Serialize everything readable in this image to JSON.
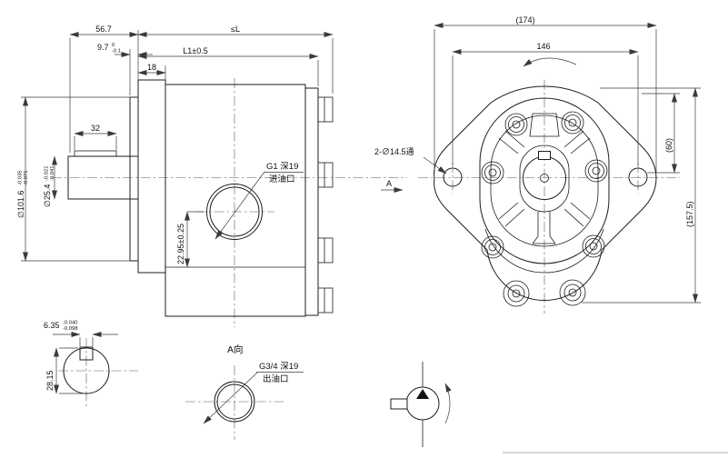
{
  "front": {
    "d56_7": "56.7",
    "dL": "≤L",
    "d9_7": "9.7",
    "d9_7_tol_top": "0",
    "d9_7_tol_bot": "-0.1",
    "dL1": "L1±0.5",
    "d18": "18",
    "d32": "32",
    "d101_6": "∅101.6",
    "d101_6_tol_top": "-0.035",
    "d101_6_tol_bot": "-0.071",
    "d25_4": "∅25.4",
    "d25_4_tol_top": "-0.021",
    "d25_4_tol_bot": "-0.041",
    "d22_95": "22.95±0.25",
    "inlet_1": "G1 深19",
    "inlet_2": "进油口"
  },
  "key_section": {
    "d6_35": "6.35",
    "d6_35_tol_top": "-0.040",
    "d6_35_tol_bot": "-0.098",
    "d28_15": "28.15"
  },
  "a_view": {
    "label": "A向",
    "outlet_1": "G3/4 深19",
    "outlet_2": "出油口"
  },
  "rear": {
    "d174": "(174)",
    "d146": "146",
    "d60": "(60)",
    "d157_5": "(157.5)",
    "holes": "2-∅14.5通",
    "view_label": "A"
  }
}
